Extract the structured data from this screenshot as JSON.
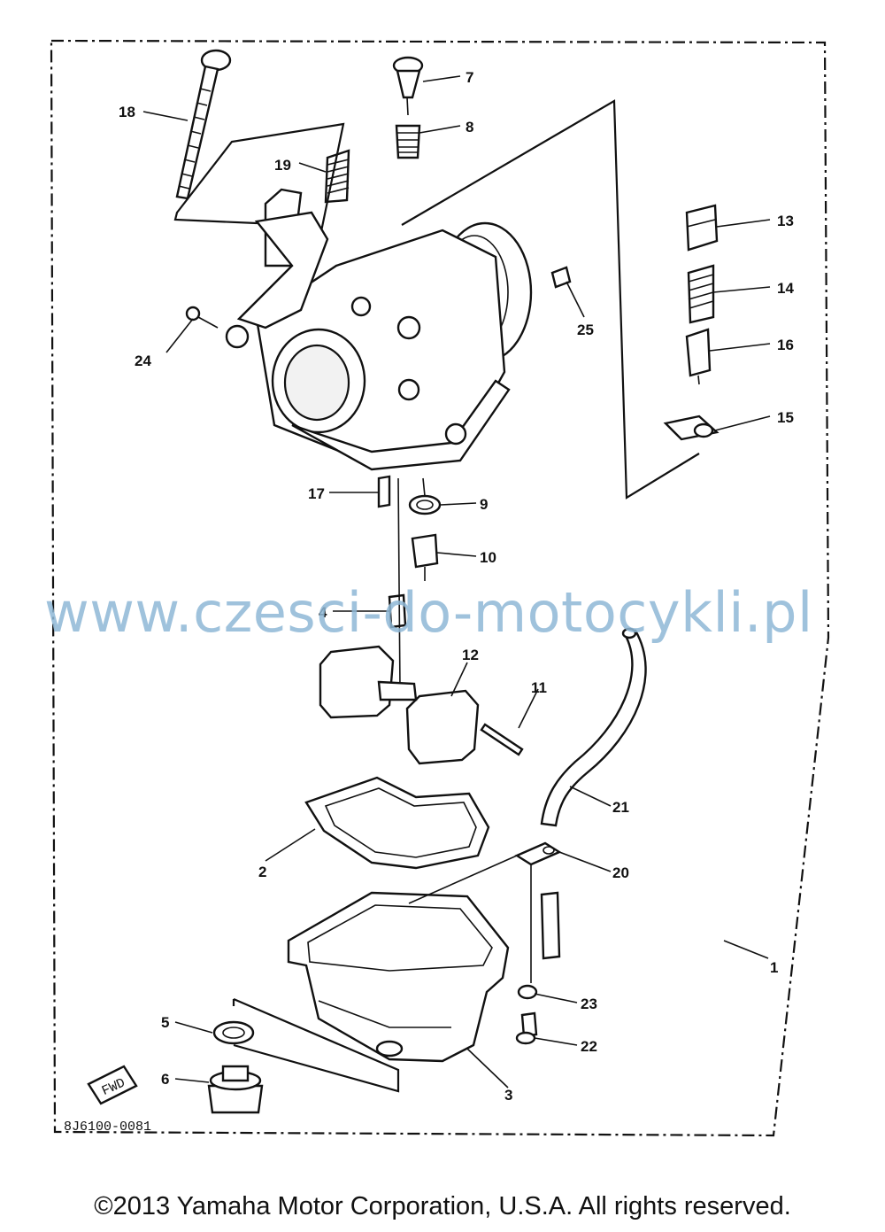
{
  "diagram": {
    "part_numbers": {
      "p1": "1",
      "p2": "2",
      "p3": "3",
      "p4": "4",
      "p5": "5",
      "p6": "6",
      "p7": "7",
      "p8": "8",
      "p9": "9",
      "p10": "10",
      "p11": "11",
      "p12": "12",
      "p13": "13",
      "p14": "14",
      "p15": "15",
      "p16": "16",
      "p17": "17",
      "p18": "18",
      "p19": "19",
      "p20": "20",
      "p21": "21",
      "p22": "22",
      "p23": "23",
      "p24": "24",
      "p25": "25"
    },
    "drawing_code": "8J6100-0081",
    "fwd_label": "FWD"
  },
  "watermark": "www.czesci-do-motocykli.pl",
  "copyright": "©2013 Yamaha Motor Corporation, U.S.A. All rights reserved."
}
